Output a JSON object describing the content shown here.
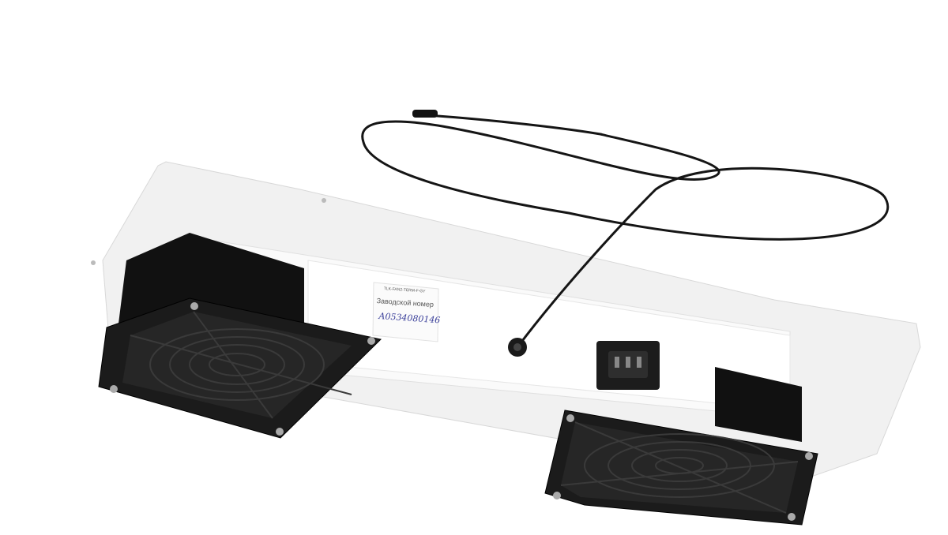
{
  "product": {
    "label_model": "TLK-FAN2-TERM-F-GY",
    "label_serial_caption": "Заводской номер",
    "label_serial_handwritten": "A0534080146"
  },
  "colors": {
    "panel": "#f2f2f2",
    "fan": "#1a1a1a",
    "cable": "#151515"
  }
}
